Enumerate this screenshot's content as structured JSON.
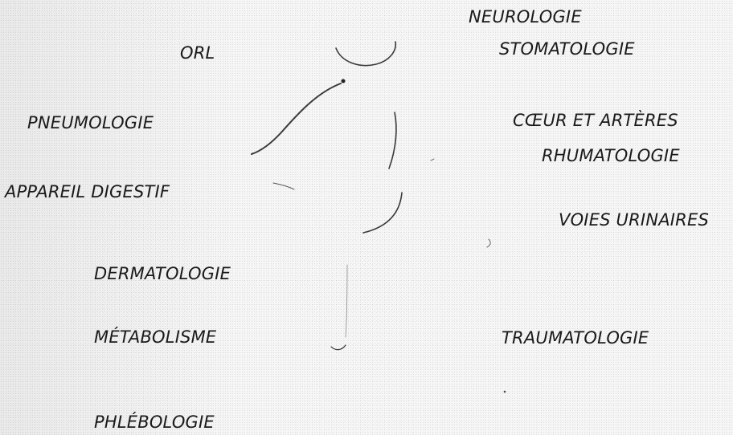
{
  "labels": {
    "orl": "ORL",
    "pneumologie": "PNEUMOLOGIE",
    "appareil_digestif": "APPAREIL DIGESTIF",
    "dermatologie": "DERMATOLOGIE",
    "metabolisme": "MÉTABOLISME",
    "phlebologie": "PHLÉBOLOGIE",
    "neurologie": "NEUROLOGIE",
    "stomatologie": "STOMATOLOGIE",
    "coeur_arteres": "CŒUR ET ARTÈRES",
    "rhumatologie": "RHUMATOLOGIE",
    "voies_urinaires": "VOIES URINAIRES",
    "traumatologie": "TRAUMATOLOGIE"
  }
}
